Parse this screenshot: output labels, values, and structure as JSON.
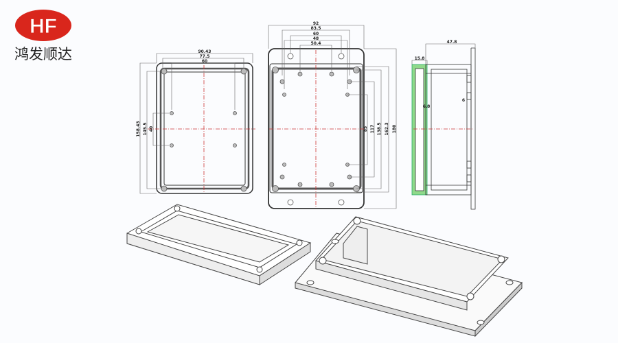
{
  "logo": {
    "mark": "HF",
    "name": "鸿发顺达",
    "color": "#d9261c"
  },
  "lid_view": {
    "width_dims": [
      "90.43",
      "77.5",
      "60"
    ],
    "height_dims": [
      "158.43",
      "145.5",
      "40"
    ]
  },
  "base_view": {
    "width_dims": [
      "92",
      "83.5",
      "60",
      "48",
      "50.4"
    ],
    "height_dims": [
      "85",
      "117",
      "138.5",
      "162.3",
      "180"
    ]
  },
  "side_view": {
    "dims": [
      "47.8",
      "15.8",
      "6.8",
      "6"
    ],
    "accent": "#8fd98a"
  }
}
